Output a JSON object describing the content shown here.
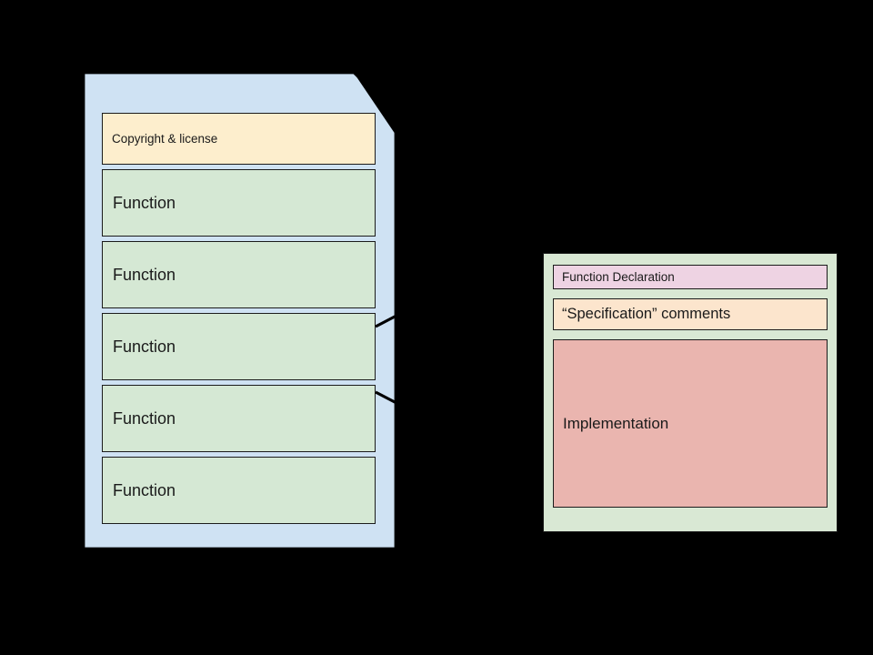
{
  "diagram": {
    "title": "Source file structure with expanded function detail",
    "background_color": "#000000",
    "document": {
      "name": "source-file",
      "fill_color": "#cfe2f3",
      "stroke_color": "#000000",
      "blocks": [
        {
          "label": "Copyright & license",
          "fill": "#fdeecd",
          "kind": "header"
        },
        {
          "label": "Function",
          "fill": "#d5e8d4",
          "kind": "function"
        },
        {
          "label": "Function",
          "fill": "#d5e8d4",
          "kind": "function"
        },
        {
          "label": "Function",
          "fill": "#d5e8d4",
          "kind": "function"
        },
        {
          "label": "Function",
          "fill": "#d5e8d4",
          "kind": "function"
        },
        {
          "label": "Function",
          "fill": "#d5e8d4",
          "kind": "function"
        }
      ]
    },
    "detail_panel": {
      "name": "function-detail",
      "fill_color": "#d9e8d4",
      "stroke_color": "#1b1b1b",
      "blocks": [
        {
          "label": "Function Declaration",
          "fill": "#eed3e3"
        },
        {
          "label": "“Specification” comments",
          "fill": "#fce5cd"
        },
        {
          "label": "Implementation",
          "fill": "#eab5af"
        }
      ]
    },
    "connectors": {
      "name": "expansion-callout",
      "stroke_color": "#000000",
      "source_block_index": 3,
      "description": "two diverging lines from the third Function block toward the detail panel"
    }
  }
}
